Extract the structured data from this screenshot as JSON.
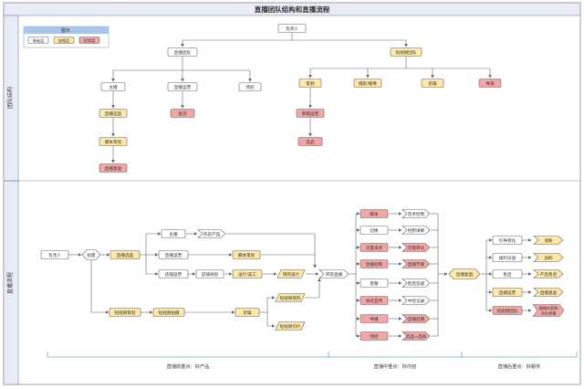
{
  "title": "直播团队结构和直播流程",
  "sections": {
    "top": "团队结构",
    "bottom": "直播流程"
  },
  "legend": {
    "title": "图示",
    "items": [
      {
        "label": "基础层",
        "style": "white"
      },
      {
        "label": "加强层",
        "style": "yellow"
      },
      {
        "label": "优势层",
        "style": "red"
      }
    ]
  },
  "colors": {
    "white": "#ffffff",
    "yellow": "#ffe9a8",
    "red": "#f3a6a6",
    "stroke": "#666666",
    "section_bg": "#e7edf6",
    "bracket": "#66bb99"
  },
  "org": {
    "root": "负责人",
    "live_team": "直播团队",
    "short_video_team": "短视频团队",
    "anchor": "主播",
    "live_ops": "直播运营",
    "field_control": "场控",
    "live_selection": "直播选品",
    "script_planning": "脚本策划",
    "live_review": "直播复盘",
    "investment": "投流",
    "planning": "策划",
    "shoot_edit": "摄影/摄像",
    "editing": "剪辑",
    "director": "导演",
    "new_media_ops": "新媒运营",
    "copywriter": "选品"
  },
  "flow": {
    "head": "负责人",
    "org_hex": "组建",
    "live_selection": "直播选品",
    "anchor": "主播",
    "hot_product": "热卖产品",
    "live_ops": "直播运营",
    "script_plan": "脚本策划",
    "shop_ops": "店铺运营",
    "shop_plan": "店铺规划",
    "design_art": "设计/美工",
    "preview_design": "预热设计",
    "pre_live": "带货直播",
    "sv_planning": "短视频策划",
    "sv_shooting": "短视频拍摄",
    "editing": "剪辑",
    "sv_warmup": "短视频预热",
    "sv_cut": "短视频切片",
    "left_col": [
      "脚本",
      "切换",
      "流量采买",
      "直播控制",
      "客服",
      "资讯宣传",
      "导播",
      "场控"
    ],
    "right_col": [
      "话术控制",
      "控制讲解",
      "流量转化",
      "直播节奏",
      "售后答疑",
      "中控记录",
      "直播后期",
      "选品+选择"
    ],
    "live_review": "直播复盘",
    "right_items": [
      "引导转化",
      "福利派送",
      "售后",
      "直播运营",
      "短视频团队"
    ],
    "right_results": [
      "涨粉",
      "加购",
      "产品售后",
      "直播复盘",
      "情绪内容和评论质量"
    ]
  },
  "phases": [
    "直播前重点：好产品",
    "直播中重点：好内容",
    "直播后重点：好服务"
  ]
}
